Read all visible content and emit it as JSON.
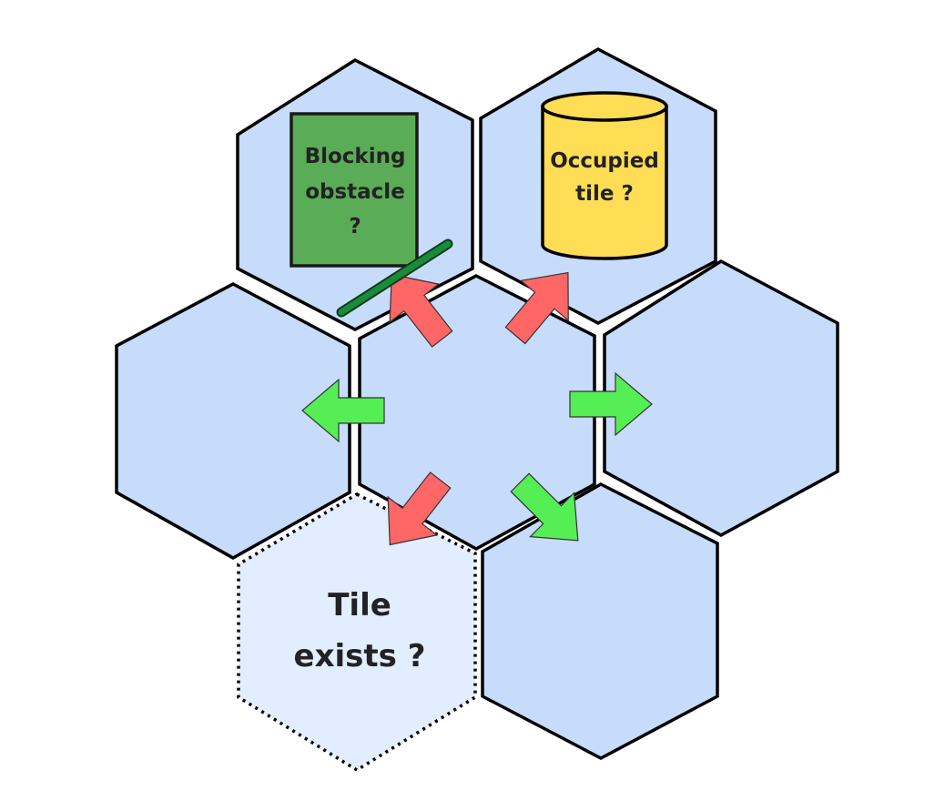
{
  "colors": {
    "tile_fill": "#c7dbfa",
    "dotted_tile_fill": "#e2eeff",
    "outline": "#000000",
    "obstacle_fill": "#5aac57",
    "obstacle_stroke": "#1a1a1a",
    "barrier": "#1b8a3a",
    "barrier_outline": "#0b3d18",
    "cylinder_fill": "#ffdd55",
    "arrow_allowed": "#55ee55",
    "arrow_blocked": "#ff6666"
  },
  "labels": {
    "blocking_obstacle": [
      "Blocking",
      "obstacle",
      "?"
    ],
    "occupied_tile": [
      "Occupied",
      "tile ?"
    ],
    "tile_exists": [
      "Tile",
      "exists ?"
    ]
  },
  "arrows": [
    {
      "direction": "up-left",
      "state": "blocked"
    },
    {
      "direction": "up-right",
      "state": "blocked"
    },
    {
      "direction": "right",
      "state": "allowed"
    },
    {
      "direction": "down-right",
      "state": "allowed"
    },
    {
      "direction": "down-left",
      "state": "blocked"
    },
    {
      "direction": "left",
      "state": "allowed"
    }
  ]
}
